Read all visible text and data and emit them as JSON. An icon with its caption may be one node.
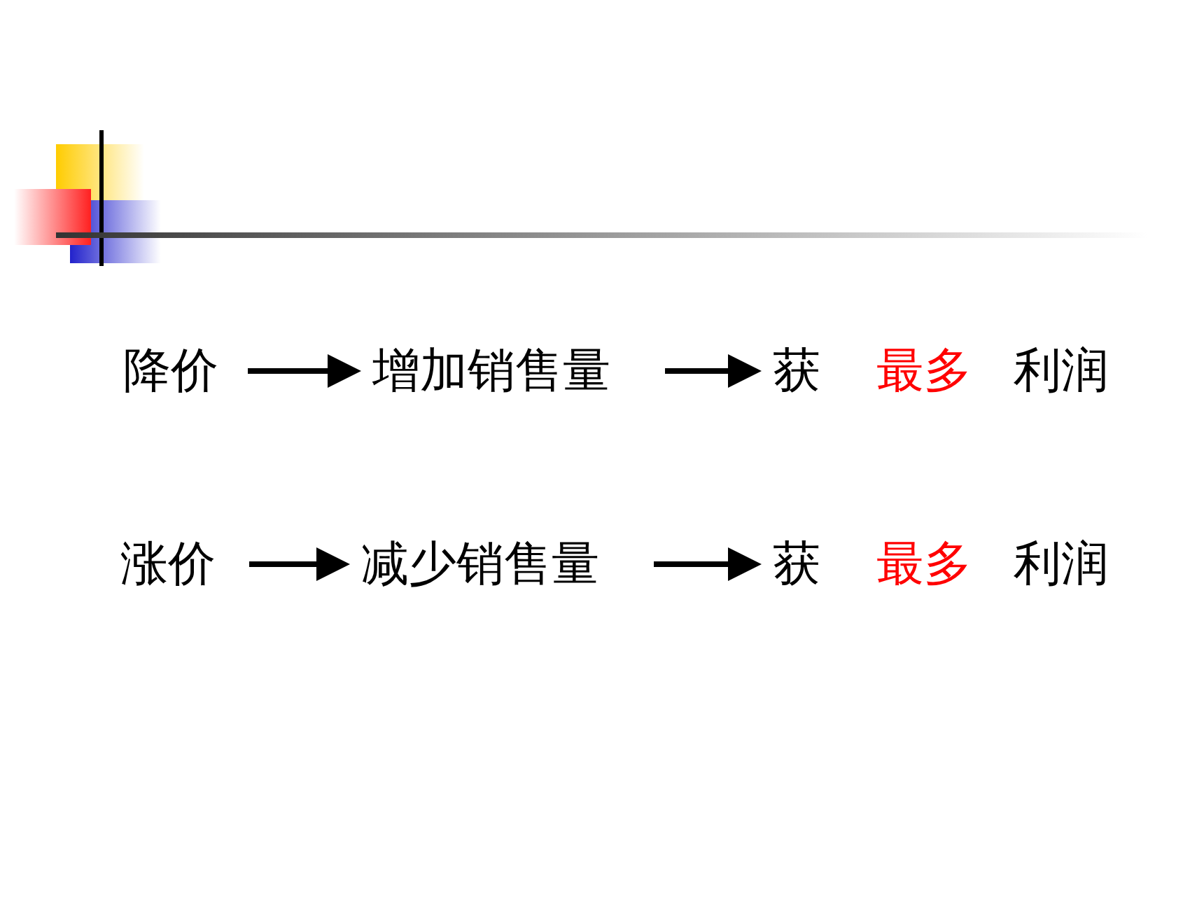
{
  "diagram": {
    "nodes": [
      {
        "text": [
          "降价"
        ]
      },
      {
        "text": [
          "增加销售量"
        ]
      },
      {
        "text": [
          "获",
          "最多",
          "利润"
        ]
      },
      {
        "text": [
          "涨价"
        ]
      },
      {
        "text": [
          "减少销售量"
        ]
      },
      {
        "text": [
          "获",
          "最多",
          "利润"
        ]
      }
    ],
    "edges": [
      {
        "from": 0,
        "to": 1,
        "arrow": "to"
      },
      {
        "from": 1,
        "to": 2,
        "arrow": "to"
      },
      {
        "from": 3,
        "to": 4,
        "arrow": "to"
      },
      {
        "from": 4,
        "to": 5,
        "arrow": "to"
      }
    ]
  }
}
